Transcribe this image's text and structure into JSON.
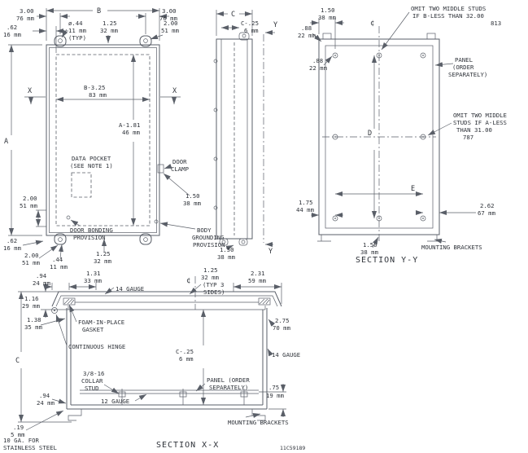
{
  "drawing": {
    "number": "11C59189"
  },
  "front": {
    "dim_a": "A",
    "dim_b": "B",
    "x_left": "X",
    "x_right": "X",
    "d300l_in": "3.00",
    "d300l_mm": "76 mm",
    "d300r_in": "3.00",
    "d300r_mm": "76 mm",
    "d062t_in": ".62",
    "d062t_mm": "16 mm",
    "hole_in": "ø.44",
    "hole_mm": "11 mm",
    "hole_typ": "(TYP)",
    "d125t_in": "1.25",
    "d125t_mm": "32 mm",
    "d200t_in": "2.00",
    "d200t_mm": "51 mm",
    "b325_in": "B-3.25",
    "b325_mm": "83 mm",
    "a181_in": "A-1.81",
    "a181_mm": "46 mm",
    "data_pocket_1": "DATA POCKET",
    "data_pocket_2": "(SEE NOTE 1)",
    "door_clamp_1": "DOOR",
    "door_clamp_2": "CLAMP",
    "d200m_in": "2.00",
    "d200m_mm": "51 mm",
    "door_bonding_1": "DOOR BONDING",
    "door_bonding_2": "PROVISION",
    "d062b_in": ".62",
    "d062b_mm": "16 mm",
    "d200b_in": "2.00",
    "d200b_mm": "51 mm",
    "d044b_in": ".44",
    "d044b_mm": "11 mm",
    "d125b_in": "1.25",
    "d125b_mm": "32 mm",
    "d150r_in": "1.50",
    "d150r_mm": "38 mm",
    "body_grounding_1": "BODY",
    "body_grounding_2": "GROUNDING",
    "body_grounding_3": "PROVISION"
  },
  "side": {
    "dim_c": "C",
    "c25_in": "C-.25",
    "c25_mm": "6 mm",
    "y_top": "Y",
    "y_bottom": "Y",
    "d150b_in": "1.50",
    "d150b_mm": "38 mm"
  },
  "yy": {
    "d150t_in": "1.50",
    "d150t_mm": "38 mm",
    "centerline": "¢",
    "omit_b_1": "OMIT TWO MIDDLE STUDS",
    "omit_b_2": "IF B-LESS THAN 32.00",
    "omit_b_3": "813",
    "d088a_in": ".88",
    "d088a_mm": "22 mm",
    "d088b_in": ".88",
    "d088b_mm": "22 mm",
    "panel_1": "PANEL",
    "panel_2": "(ORDER",
    "panel_3": "SEPARATELY)",
    "omit_a_1": "OMIT TWO MIDDLE",
    "omit_a_2": "STUDS IF A-LESS",
    "omit_a_3": "THAN 31.00",
    "omit_a_4": "787",
    "dim_d": "D",
    "dim_e": "E",
    "d175_in": "1.75",
    "d175_mm": "44 mm",
    "d262_in": "2.62",
    "d262_mm": "67 mm",
    "d150b_in": "1.50",
    "d150b_mm": "38 mm",
    "mounting_brackets": "MOUNTING BRACKETS",
    "title": "SECTION Y-Y"
  },
  "xx": {
    "d094t_in": ".94",
    "d094t_mm": "24 mm",
    "d131_in": "1.31",
    "d131_mm": "33 mm",
    "d116_in": "1.16",
    "d116_mm": "29 mm",
    "gauge14_top": "14 GAUGE",
    "centerline": "¢",
    "d125_in": "1.25",
    "d125_mm": "32 mm",
    "d125_typ_1": "(TYP 3",
    "d125_typ_2": "SIDES)",
    "d231_in": "2.31",
    "d231_mm": "59 mm",
    "d138_in": "1.38",
    "d138_mm": "35 mm",
    "foam_1": "FOAM-IN-PLACE",
    "foam_2": "GASKET",
    "d275_in": "2.75",
    "d275_mm": "70 mm",
    "hinge": "CONTINUOUS HINGE",
    "dim_c": "C",
    "c25_in": "C-.25",
    "c25_mm": "6 mm",
    "gauge14_right": "14 GAUGE",
    "stud_1": "3/8-16",
    "stud_2": "COLLAR",
    "stud_3": "STUD",
    "d094b_in": ".94",
    "d094b_mm": "24 mm",
    "gauge12": "12 GAUGE",
    "panel_1": "PANEL (ORDER",
    "panel_2": "SEPARATELY)",
    "d075_in": ".75",
    "d075_mm": "19 mm",
    "d019_in": ".19",
    "d019_mm": "5 mm",
    "mounting_brackets": "MOUNTING BRACKETS",
    "ss_note_1": "10 GA. FOR",
    "ss_note_2": "STAINLESS STEEL",
    "title": "SECTION X-X"
  }
}
